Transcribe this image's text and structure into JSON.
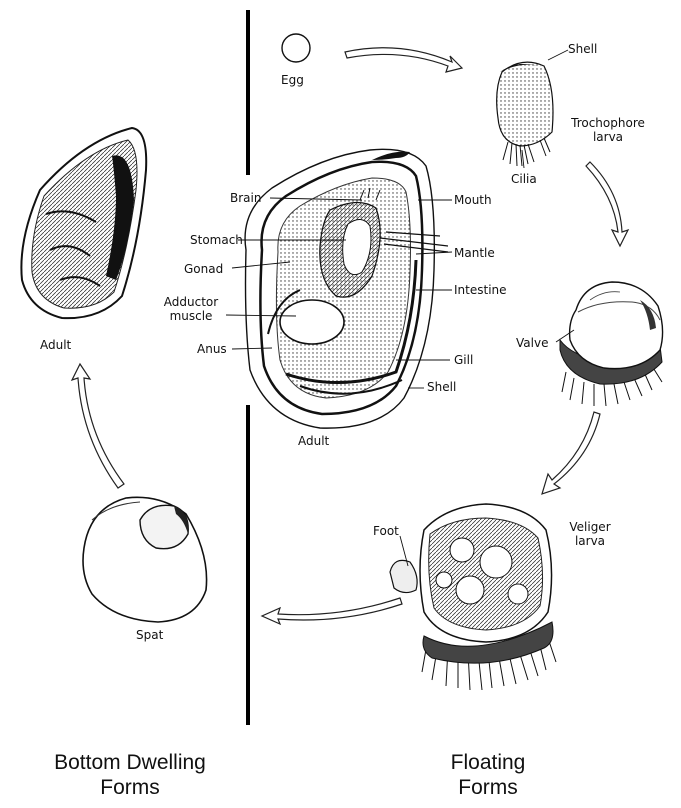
{
  "labels": {
    "egg": "Egg",
    "shell_top": "Shell",
    "trochophore": [
      "Trochophore",
      "larva"
    ],
    "cilia": "Cilia",
    "brain": "Brain",
    "mouth": "Mouth",
    "stomach": "Stomach",
    "mantle": "Mantle",
    "gonad": "Gonad",
    "intestine": "Intestine",
    "adductor": [
      "Adductor",
      "muscle"
    ],
    "anus": "Anus",
    "gill": "Gill",
    "shell_adult": "Shell",
    "adult_center": "Adult",
    "adult_left": "Adult",
    "valve": "Valve",
    "foot": "Foot",
    "veliger": [
      "Veliger",
      "larva"
    ],
    "spat": "Spat"
  },
  "captions": {
    "bottom": [
      "Bottom Dwelling",
      "Forms"
    ],
    "floating": [
      "Floating",
      "Forms"
    ]
  },
  "stages": [
    "egg",
    "trochophore",
    "valve",
    "veliger",
    "spat",
    "adult"
  ]
}
